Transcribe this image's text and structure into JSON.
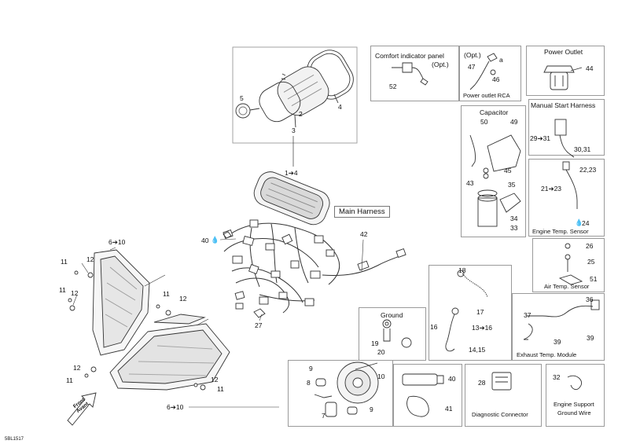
{
  "diagram_id": "5BL1517",
  "main_harness": "Main Harness",
  "front_label": [
    "Front",
    "Avant"
  ],
  "labels": {
    "gauge_1_4": "1➔4",
    "p2": "2",
    "p3": "3",
    "p4": "4",
    "p5": "5",
    "p6_10_top": "6➔10",
    "p6_10_bottom": "6➔10",
    "p11_a": "11",
    "p11_b": "11",
    "p11_c": "11",
    "p11_d": "11",
    "p11_e": "11",
    "p12_a": "12",
    "p12_b": "12",
    "p12_c": "12",
    "p12_d": "12",
    "p12_e": "12",
    "p27": "27",
    "p40_top": "40",
    "p42": "42"
  },
  "panels": {
    "comfort": {
      "title": "Comfort indicator panel",
      "subtitle": "(Opt.)",
      "part": "52"
    },
    "power_rca": {
      "opt": "(Opt.)",
      "p47": "47",
      "a": "a",
      "p46": "46",
      "caption": "Power outlet RCA"
    },
    "power_outlet": {
      "title": "Power Outlet",
      "part": "44"
    },
    "capacitor": {
      "title": "Capacitor",
      "p50": "50",
      "p49": "49",
      "p45": "45",
      "p43": "43",
      "p35": "35",
      "p34": "34",
      "p33": "33"
    },
    "manual_start": {
      "title": "Manual Start Harness",
      "p29": "29➔31",
      "p30": "30,31"
    },
    "engine_temp": {
      "p22": "22,23",
      "p21": "21➔23",
      "p24": "24",
      "caption": "Engine Temp. Sensor"
    },
    "air_temp": {
      "p26": "26",
      "p25": "25",
      "p51": "51",
      "caption": "Air Temp. Sensor"
    },
    "exhaust": {
      "p36": "36",
      "p37": "37",
      "p39a": "39",
      "p39b": "39",
      "caption": "Exhaust Temp. Module"
    },
    "p18_16": {
      "p18": "18",
      "p17": "17",
      "p16": "16",
      "p13": "13➔16",
      "p14": "14,15"
    },
    "ground": {
      "title": "Ground",
      "p19": "19",
      "p20": "20"
    },
    "lamp": {
      "p9a": "9",
      "p9b": "9",
      "p8": "8",
      "p10": "10",
      "p7": "7"
    },
    "grease": {
      "p40": "40",
      "p41": "41"
    },
    "diag": {
      "part": "28",
      "caption": "Diagnostic Connector"
    },
    "support": {
      "part": "32",
      "caption": [
        "Engine Support",
        "Ground Wire"
      ]
    }
  }
}
